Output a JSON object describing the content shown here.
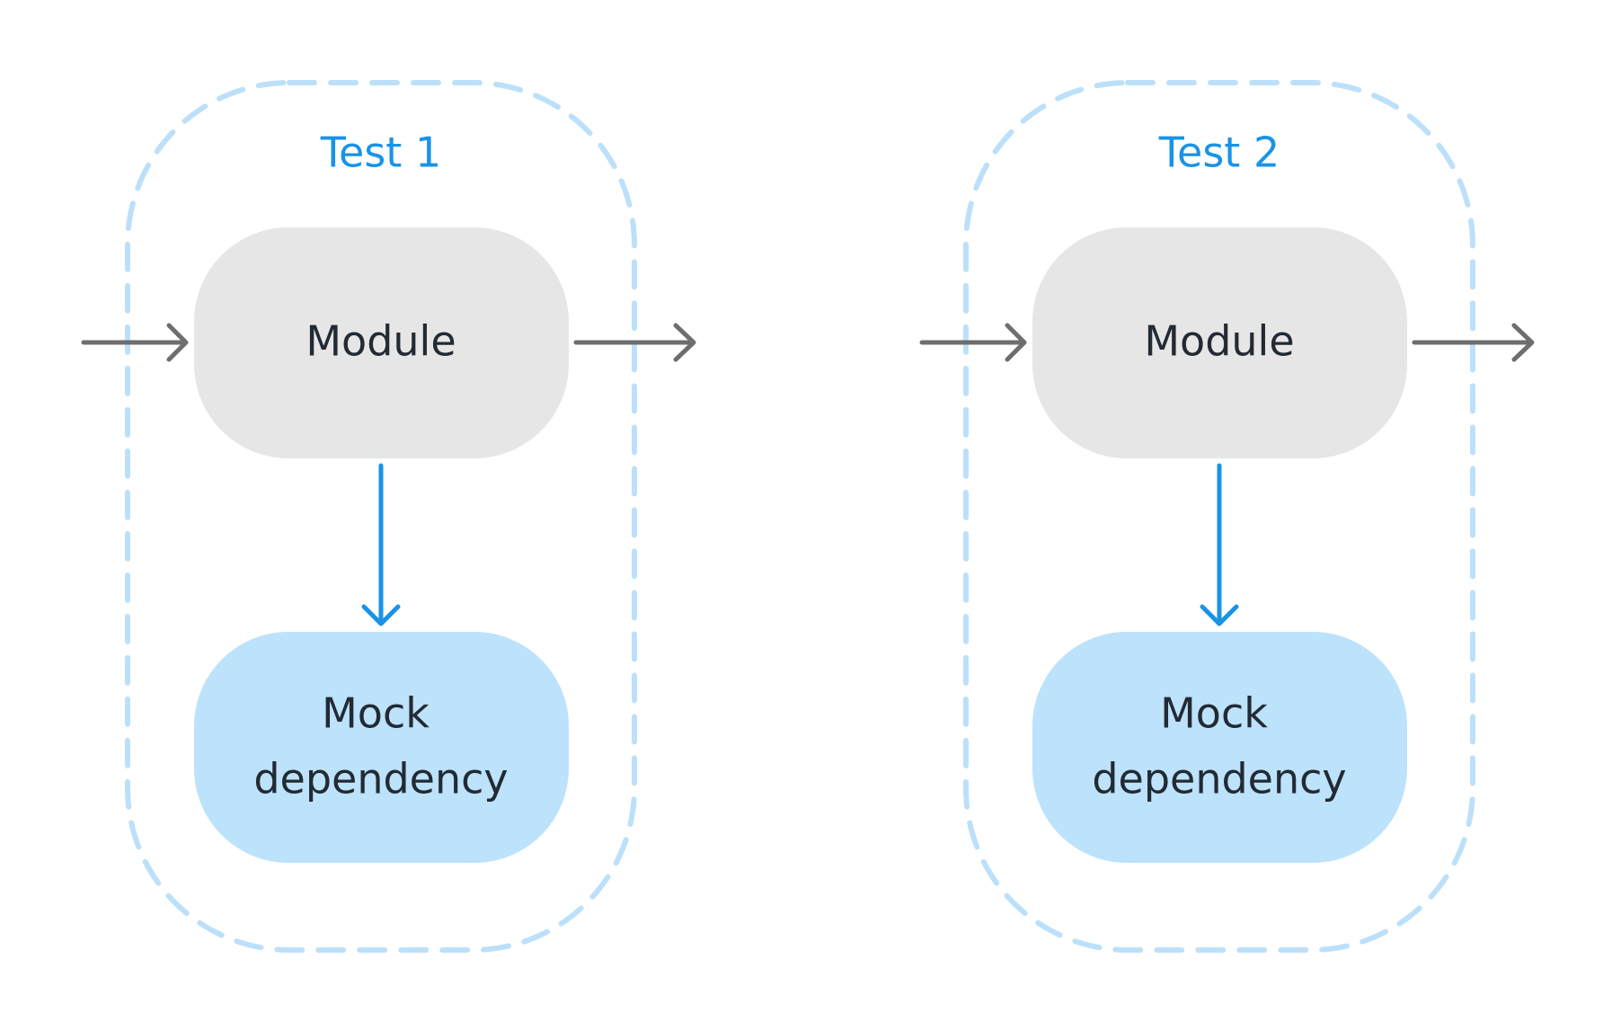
{
  "colors": {
    "frame": "#bde0fa",
    "title": "#1a93e6",
    "module_fill": "#e6e6e6",
    "mock_fill": "#bde2fb",
    "flow_arrow": "#6e6e6e",
    "dependency_arrow": "#1a93e6",
    "label_text": "#222a33"
  },
  "groups": [
    {
      "title": "Test 1",
      "module": {
        "label": "Module"
      },
      "mock": {
        "label_line1": "Mock",
        "label_line2": "dependency"
      }
    },
    {
      "title": "Test 2",
      "module": {
        "label": "Module"
      },
      "mock": {
        "label_line1": "Mock",
        "label_line2": "dependency"
      }
    }
  ]
}
